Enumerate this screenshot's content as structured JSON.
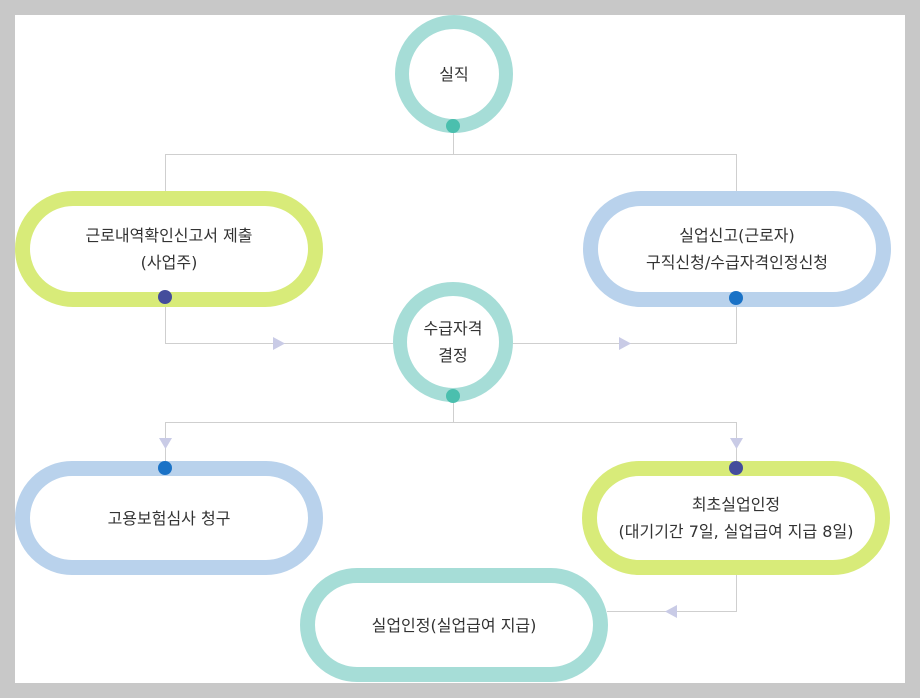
{
  "diagram": {
    "nodes": {
      "unemployment": {
        "lines": [
          "실직"
        ]
      },
      "employer_report": {
        "lines": [
          "근로내역확인신고서 제출",
          "(사업주)"
        ]
      },
      "worker_report": {
        "lines": [
          "실업신고(근로자)",
          "구직신청/수급자격인정신청"
        ]
      },
      "eligibility": {
        "lines": [
          "수급자격",
          "결정"
        ]
      },
      "review_request": {
        "lines": [
          "고용보험심사 청구"
        ]
      },
      "first_recognition": {
        "lines": [
          "최초실업인정",
          "(대기기간 7일, 실업급여 지급 8일)"
        ]
      },
      "recognition": {
        "lines": [
          "실업인정(실업급여 지급)"
        ]
      }
    },
    "colors": {
      "teal_ring": "#a6ddd7",
      "green_ring": "#d8eb79",
      "blue_ring": "#b9d2ec",
      "teal_dot": "#4bbfae",
      "navy_dot": "#444d9c",
      "blue_dot": "#1a72c6",
      "connector": "#cfcfcf",
      "arrow": "#c9cbe6"
    }
  }
}
